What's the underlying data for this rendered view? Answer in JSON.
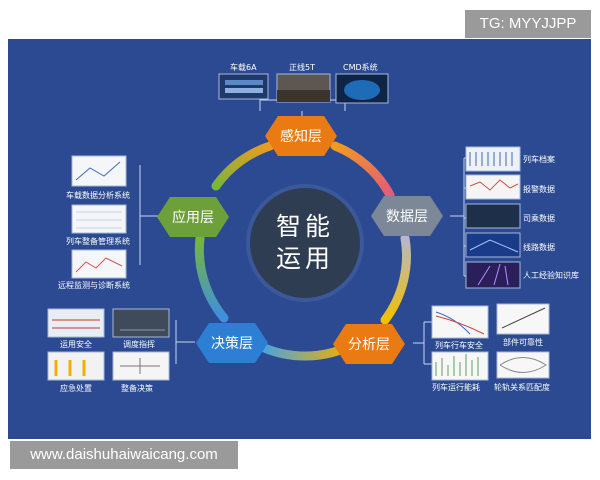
{
  "watermark_top": "TG: MYYJJPP",
  "watermark_bottom": "www.daishuhaiwaicang.com",
  "center": {
    "line1": "智能",
    "line2": "运用"
  },
  "layers": {
    "perception": "感知层",
    "data": "数据层",
    "analysis": "分析层",
    "decision": "决策层",
    "application": "应用层"
  },
  "perception_items": [
    "车载6A",
    "正线5T",
    "CMD系统"
  ],
  "data_items": [
    "列车档案",
    "报警数据",
    "司乘数据",
    "线路数据",
    "人工经验知识库"
  ],
  "analysis_items": [
    "列车行车安全",
    "部件可靠性",
    "列车运行能耗",
    "轮轨关系匹配度"
  ],
  "decision_items": [
    "运用安全",
    "调度指挥",
    "应急处置",
    "整备决策"
  ],
  "application_items": [
    "车载数据分析系统",
    "列车整备管理系统",
    "远程监测与诊断系统"
  ],
  "colors": {
    "panel": "#2b4a92",
    "perception": "#ea7a12",
    "data": "#7c8797",
    "analysis": "#ea7a12",
    "decision": "#2c7fd3",
    "application": "#6da03a"
  }
}
